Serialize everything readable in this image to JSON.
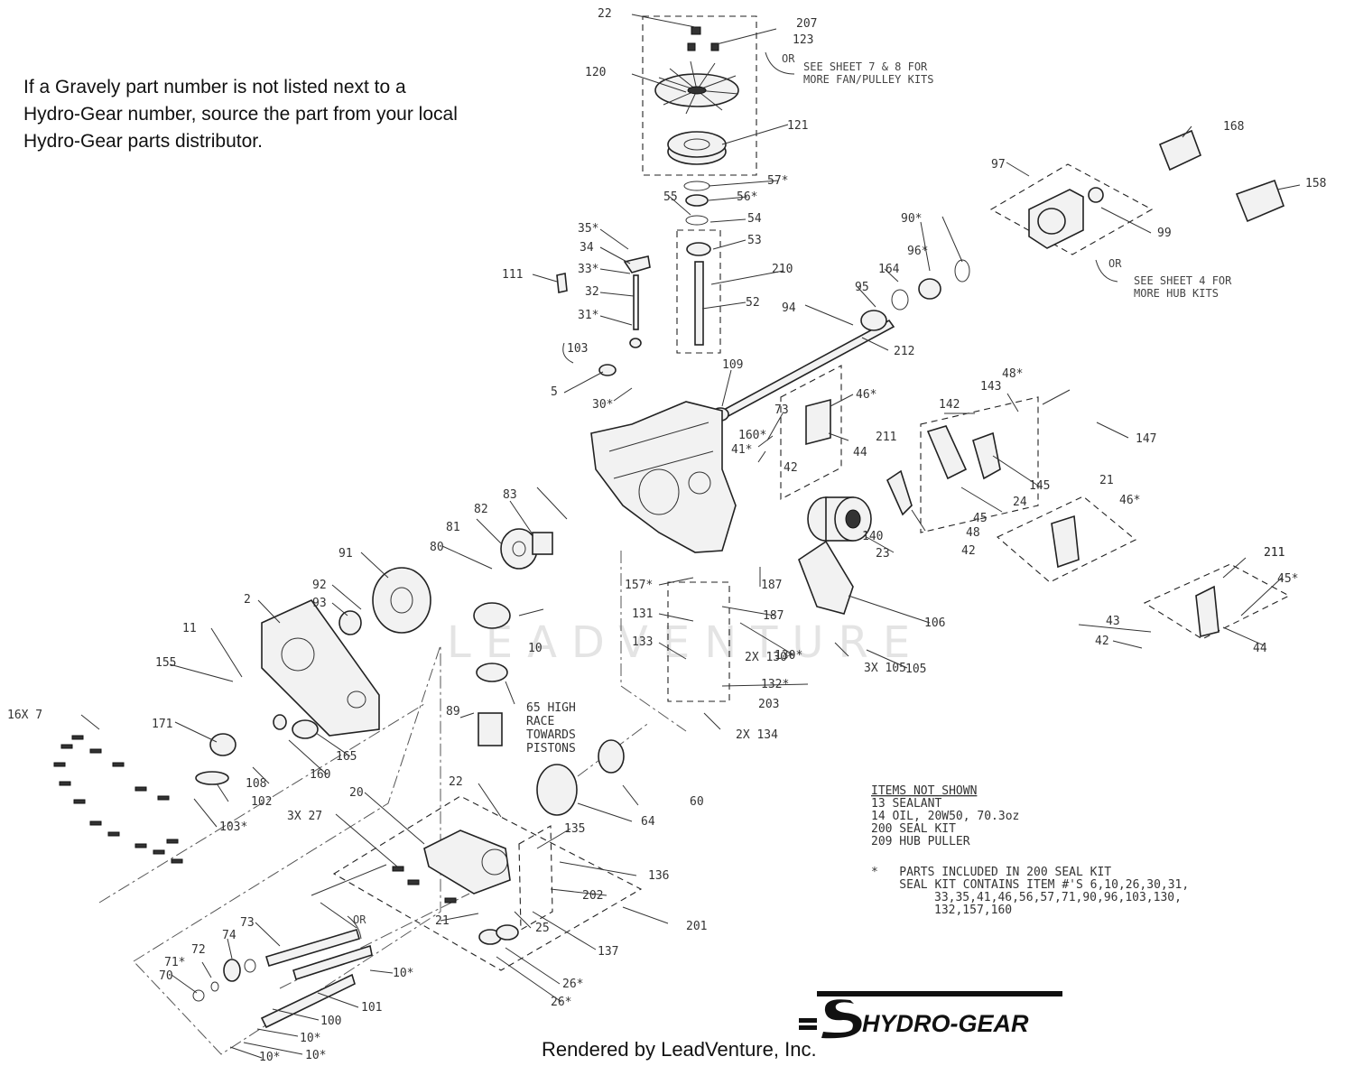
{
  "note": {
    "line1": "If a Gravely part number is not listed next to a",
    "line2": "Hydro-Gear number, source the part from your local",
    "line3": "Hydro-Gear parts distributor."
  },
  "callouts": {
    "fan": "SEE SHEET 7 & 8 FOR",
    "fan2": "MORE FAN/PULLEY KITS",
    "hub": "SEE SHEET 4 FOR",
    "hub2": "MORE HUB KITS",
    "or1": "OR",
    "or2": "OR",
    "or3": "OR",
    "race1": "65 HIGH",
    "race2": "RACE",
    "race3": "TOWARDS",
    "race4": "PISTONS"
  },
  "items_not_shown": {
    "title": "ITEMS NOT SHOWN",
    "lines": [
      "13  SEALANT",
      "14  OIL, 20W50, 70.3oz",
      "200 SEAL KIT",
      "209 HUB PULLER"
    ]
  },
  "seal_note": {
    "line1": "*   PARTS INCLUDED IN 200 SEAL KIT",
    "line2": "    SEAL KIT CONTAINS ITEM #'S 6,10,26,30,31,",
    "line3": "    33,35,41,46,56,57,71,90,96,103,130,",
    "line4": "    132,157,160"
  },
  "brand": {
    "logo_text": "HYDRO-GEAR",
    "watermark": "LEADVENTURE",
    "footer": "Rendered by LeadVenture, Inc."
  },
  "part_labels": [
    "22",
    "207",
    "123",
    "120",
    "121",
    "57*",
    "56*",
    "55",
    "54",
    "53",
    "210",
    "52",
    "35*",
    "34",
    "33*",
    "32",
    "31*",
    "111",
    "30*",
    "5",
    "103",
    "94",
    "212",
    "95",
    "164",
    "96*",
    "90*",
    "97",
    "99",
    "168",
    "158",
    "109",
    "73",
    "160*",
    "41*",
    "42",
    "44",
    "46*",
    "211",
    "142",
    "143",
    "48*",
    "147",
    "145",
    "24",
    "140",
    "23",
    "45",
    "21",
    "48",
    "42",
    "46*",
    "211",
    "83",
    "82",
    "81",
    "80",
    "91",
    "92",
    "93",
    "2",
    "11",
    "155",
    "10",
    "157*",
    "131",
    "133",
    "187",
    "187",
    "130*",
    "132*",
    "203",
    "106",
    "105",
    "43",
    "42",
    "44",
    "211",
    "45*",
    "89",
    "60",
    "64",
    "22",
    "20",
    "135",
    "136",
    "202",
    "21",
    "25",
    "201",
    "137",
    "26*",
    "26*",
    "16X 7",
    "171",
    "108",
    "160",
    "165",
    "102",
    "103*",
    "3X 27",
    "2X 134",
    "2X 130*",
    "3X 105",
    "74",
    "73",
    "72",
    "71*",
    "70",
    "10*",
    "101",
    "100",
    "10*",
    "10*",
    "10*"
  ]
}
